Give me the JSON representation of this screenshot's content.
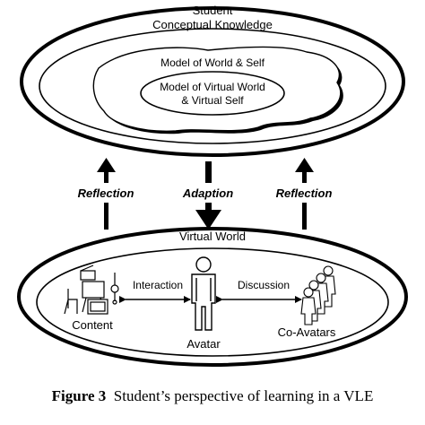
{
  "top": {
    "title_line1": "Student",
    "title_line2": "Conceptual Knowledge",
    "model_world_self": "Model of World & Self",
    "model_virtual_line1": "Model of Virtual World",
    "model_virtual_line2": "& Virtual Self"
  },
  "arrows": {
    "left": "Reflection",
    "center": "Adaption",
    "right": "Reflection"
  },
  "bottom": {
    "title": "Virtual World",
    "content": "Content",
    "interaction": "Interaction",
    "avatar": "Avatar",
    "discussion": "Discussion",
    "co_avatars": "Co-Avatars"
  },
  "caption": {
    "figure_label": "Figure 3",
    "text": "Student’s perspective of learning in a VLE"
  }
}
